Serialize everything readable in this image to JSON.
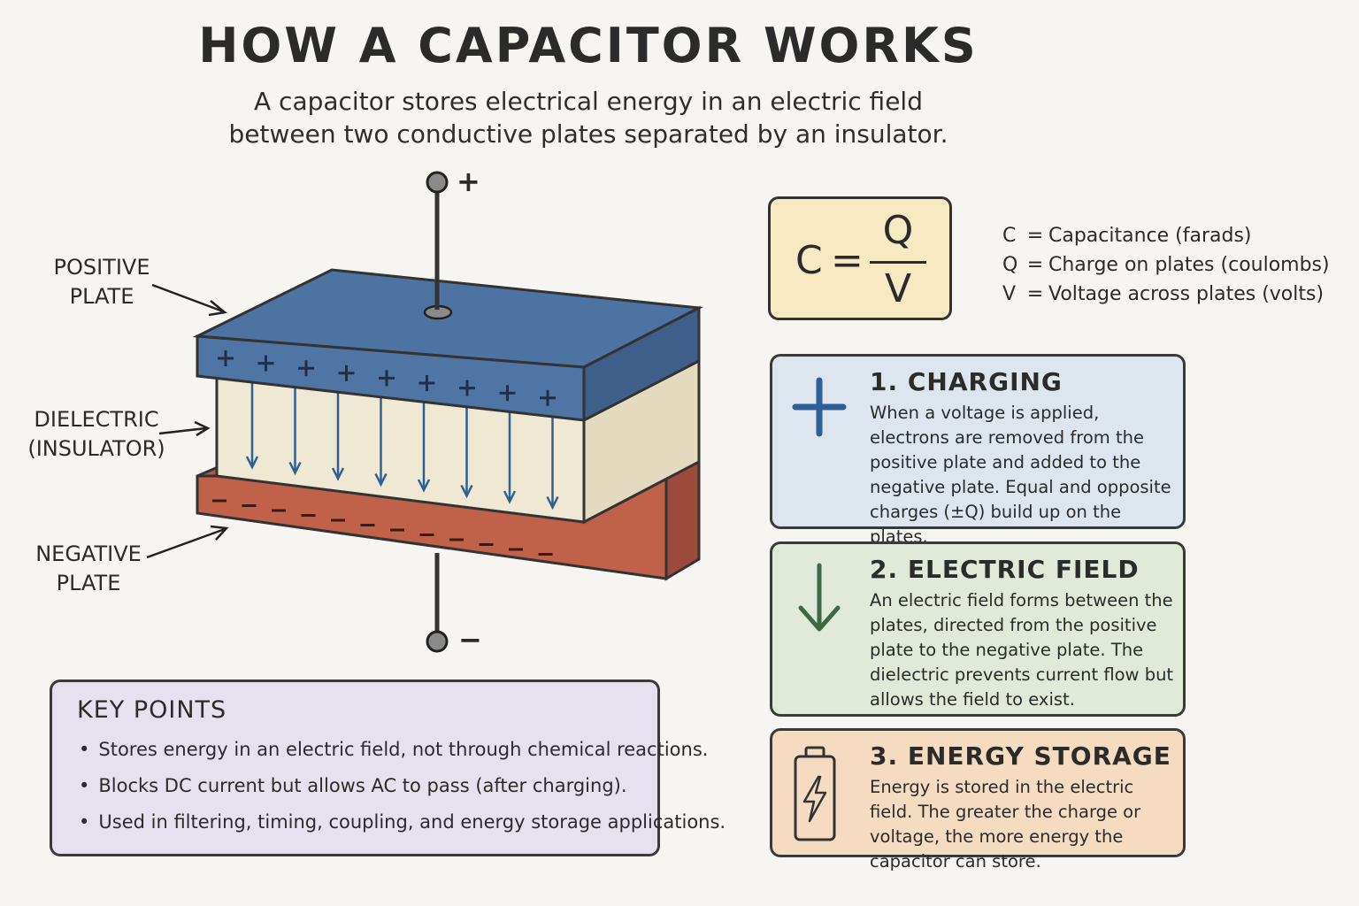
{
  "title": "HOW A CAPACITOR WORKS",
  "subtitle": "A capacitor stores electrical energy in an electric field between two conductive plates separated by an insulator.",
  "labels": {
    "positive_plate": [
      "POSITIVE",
      "PLATE"
    ],
    "dielectric": [
      "DIELECTRIC",
      "(INSULATOR)"
    ],
    "negative_plate": [
      "NEGATIVE",
      "PLATE"
    ],
    "terminal_positive": "+",
    "terminal_negative": "−"
  },
  "colors": {
    "positive_plate": "#4d73a3",
    "dielectric": "#efe8d2",
    "negative_plate": "#c0614a",
    "field_arrows": "#2f5f95"
  },
  "formula": {
    "lhs": "C",
    "eq": "=",
    "numerator": "Q",
    "denominator": "V"
  },
  "definitions": [
    {
      "symbol": "C",
      "eq": "=",
      "text": "Capacitance (farads)"
    },
    {
      "symbol": "Q",
      "eq": "=",
      "text": "Charge on plates (coulombs)"
    },
    {
      "symbol": "V",
      "eq": "=",
      "text": "Voltage across plates (volts)"
    }
  ],
  "cards": [
    {
      "title": "1. CHARGING",
      "text": "When a voltage is applied, electrons are removed from the positive plate and added to the negative plate. Equal and opposite charges (±Q) build up on the plates.",
      "icon": "plus-icon",
      "bg": "#dde6ef"
    },
    {
      "title": "2. ELECTRIC FIELD",
      "text": "An electric field forms between the plates, directed from the positive plate to the negative plate. The dielectric prevents current flow but allows the field to exist.",
      "icon": "arrow-down-icon",
      "bg": "#e1ead9"
    },
    {
      "title": "3. ENERGY STORAGE",
      "text": "Energy is stored in the electric field. The greater the charge or voltage, the more energy the capacitor can store.",
      "icon": "battery-icon",
      "bg": "#f5dcc0"
    }
  ],
  "key_points": {
    "title": "KEY POINTS",
    "items": [
      "Stores energy in an electric field, not through chemical reactions.",
      "Blocks DC current but allows AC to pass (after charging).",
      "Used in filtering, timing, coupling, and energy storage applications."
    ]
  }
}
